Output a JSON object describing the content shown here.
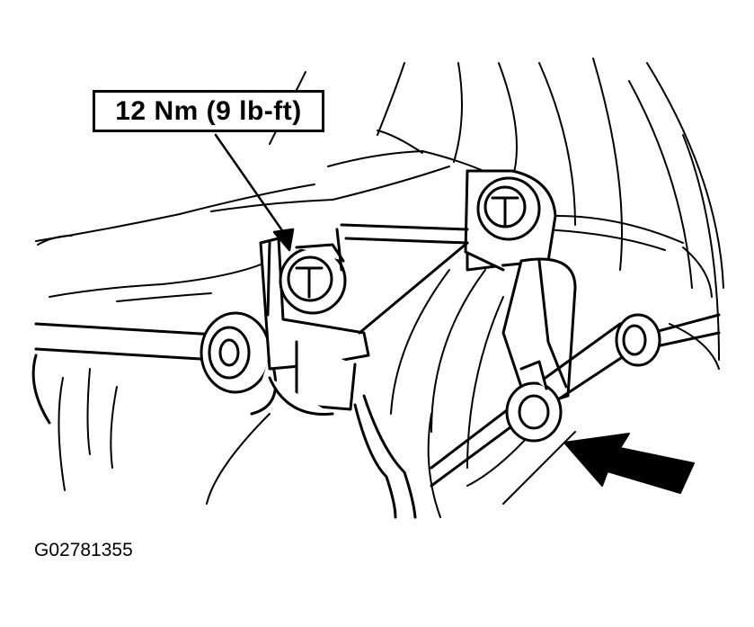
{
  "callout": {
    "torque_label": "12 Nm (9 lb-ft)"
  },
  "figure": {
    "id": "G02781355"
  },
  "colors": {
    "line": "#000000",
    "background": "#ffffff"
  },
  "icons": {
    "arrow": "solid-pointer-arrow",
    "bolt": "hex-bolt"
  }
}
